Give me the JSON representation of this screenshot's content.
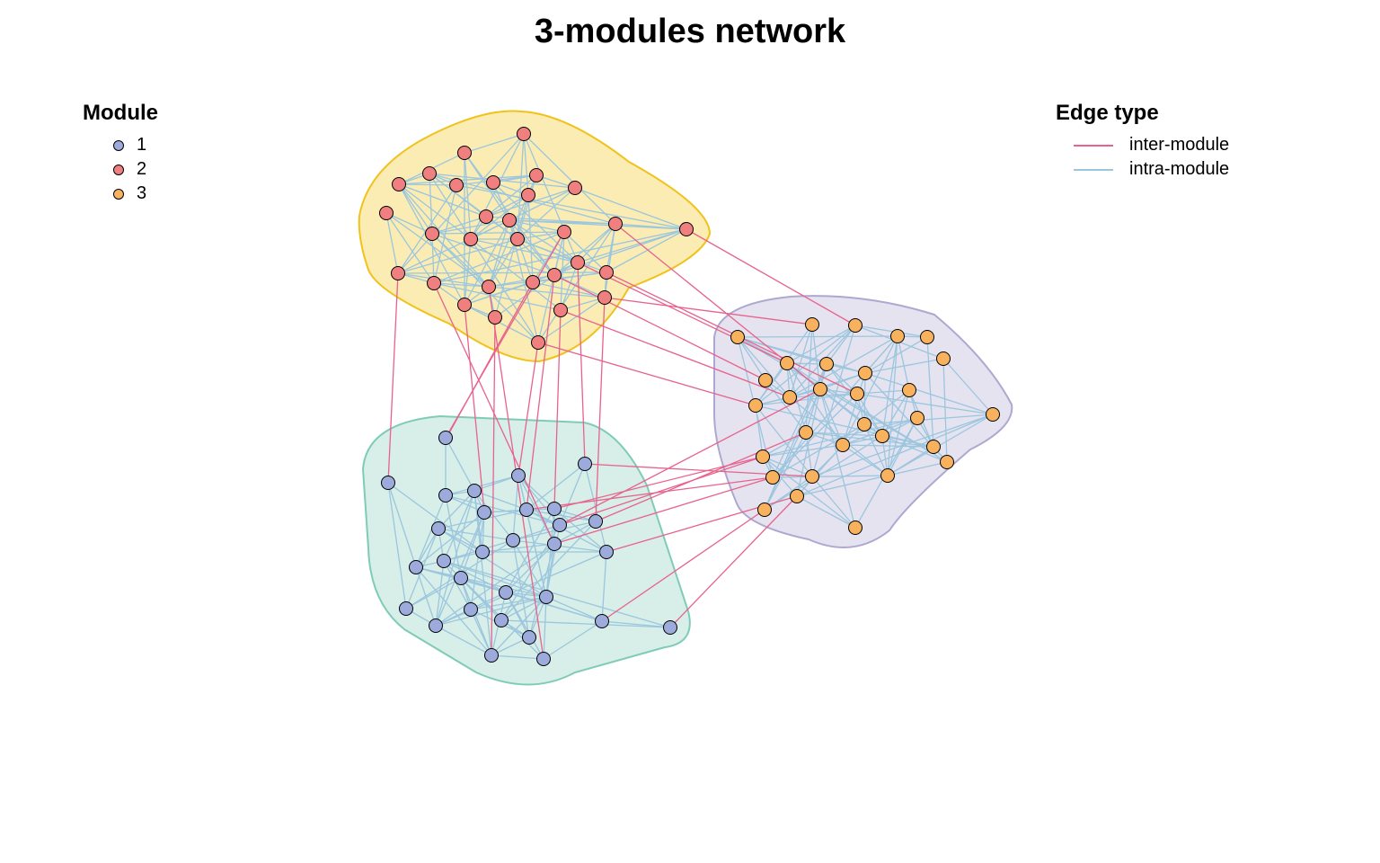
{
  "title": "3-modules network",
  "legend_module": {
    "title": "Module",
    "items": [
      {
        "label": "1",
        "color": "#9DABDC"
      },
      {
        "label": "2",
        "color": "#F08080"
      },
      {
        "label": "3",
        "color": "#F8B25E"
      }
    ]
  },
  "legend_edge": {
    "title": "Edge type",
    "items": [
      {
        "label": "inter-module",
        "color": "#E8628C"
      },
      {
        "label": "intra-module",
        "color": "#9BC6DE"
      }
    ]
  },
  "hull_colors": {
    "1": {
      "fill": "#D8EEE8",
      "stroke": "#7FCCB6"
    },
    "2": {
      "fill": "#FBECB3",
      "stroke": "#F0C21A"
    },
    "3": {
      "fill": "#E5E3F0",
      "stroke": "#ADA8D0"
    }
  }
}
